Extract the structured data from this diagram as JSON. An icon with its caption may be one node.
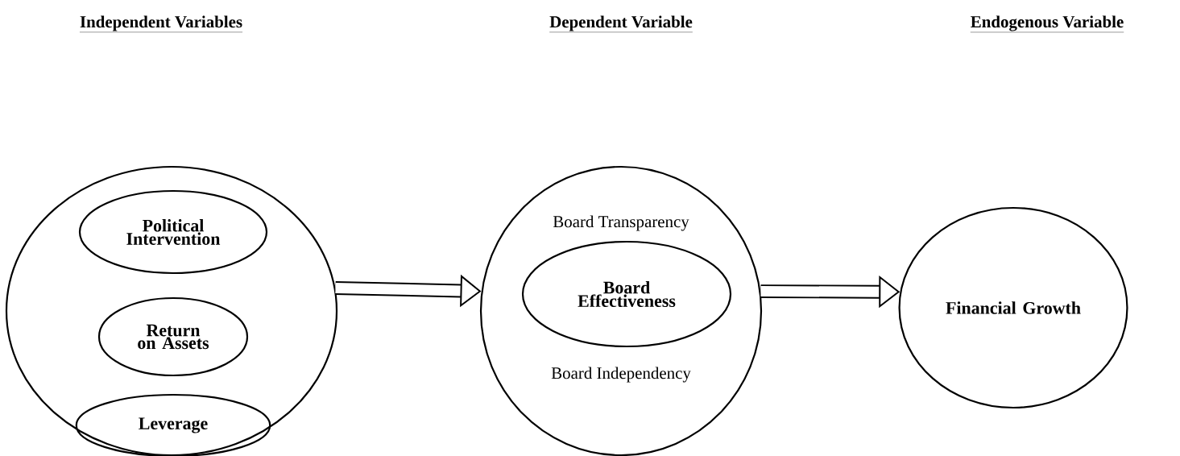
{
  "diagram": {
    "nodes": [
      {
        "text": [],
        "shape": "circle"
      },
      {
        "text": [
          "Political Intervention"
        ],
        "in": 0
      },
      {
        "text": [
          "Return on Assets"
        ],
        "in": 0
      },
      {
        "text": [
          "Leverage"
        ],
        "in": 0
      },
      {
        "text": [
          "Board Transparency",
          "Board Independency"
        ]
      },
      {
        "text": [
          "Board Effectiveness"
        ],
        "in": 4
      },
      {
        "text": [
          "Financial Growth"
        ]
      }
    ],
    "edges": [
      {
        "from": 0,
        "to": 4,
        "arrow": "to"
      },
      {
        "from": 4,
        "to": 6,
        "arrow": "to"
      }
    ],
    "labels": [
      "Independent Variables",
      "Dependent Variable",
      "Endogenous Variable"
    ]
  }
}
